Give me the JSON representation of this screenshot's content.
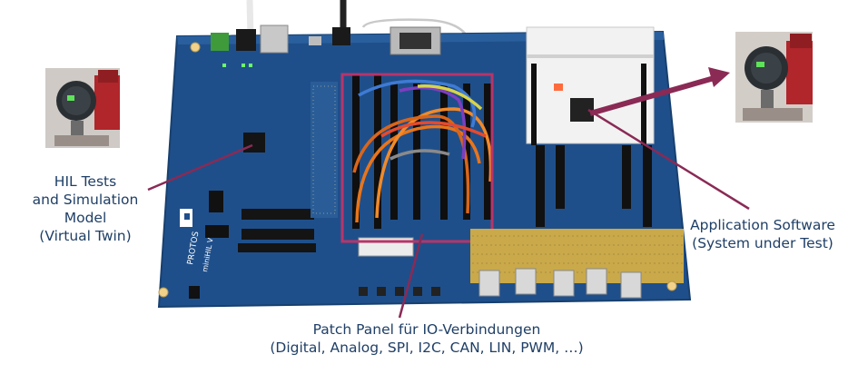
{
  "labels": {
    "hil": [
      "HIL Tests",
      "and Simulation",
      "Model",
      "(Virtual Twin)"
    ],
    "app": [
      "Application Software",
      "(System under Test)"
    ],
    "patch": [
      "Patch Panel für IO-Verbindungen",
      "(Digital, Analog, SPI, I2C, CAN, LIN, PWM, …)"
    ]
  },
  "board": {
    "brand": "PROTOS",
    "model": "miniHIL V2.3"
  },
  "colors": {
    "label_text": "#1f3f66",
    "arrow": "#8a2a55",
    "highlight_box": "#b7356a",
    "pcb": "#1f4f8a"
  }
}
